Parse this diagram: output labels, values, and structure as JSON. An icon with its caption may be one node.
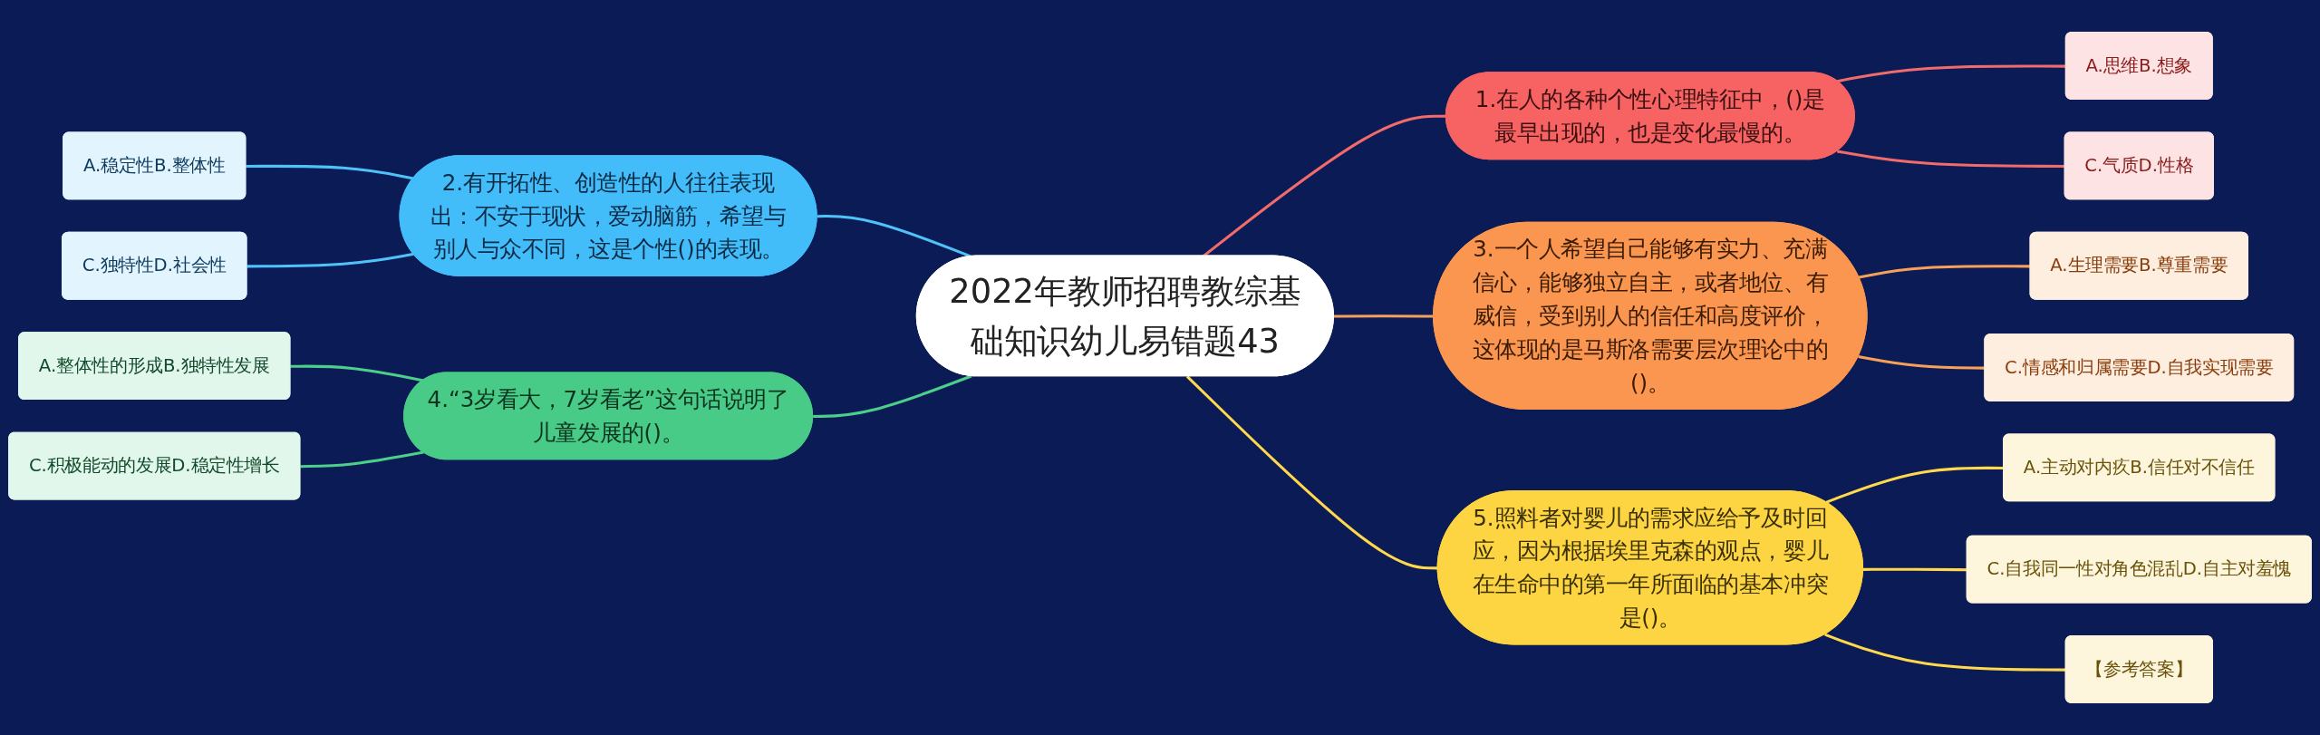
{
  "diagram": {
    "nodes": [
      {
        "text": [
          "2022年教师招聘教综基础知识幼儿易错题43"
        ]
      },
      {
        "text": [
          "1.在人的各种个性心理特征中，()是最早出现的，也是变化最慢的。"
        ]
      },
      {
        "text": [
          "A.思维B.想象"
        ]
      },
      {
        "text": [
          "C.气质D.性格"
        ]
      },
      {
        "text": [
          "2.有开拓性、创造性的人往往表现出：不安于现状，爱动脑筋，希望与别人与众不同，这是个性()的表现。"
        ]
      },
      {
        "text": [
          "A.稳定性B.整体性"
        ]
      },
      {
        "text": [
          "C.独特性D.社会性"
        ]
      },
      {
        "text": [
          "3.一个人希望自己能够有实力、充满信心，能够独立自主，或者地位、有威信，受到别人的信任和高度评价，这体现的是马斯洛需要层次理论中的()。"
        ]
      },
      {
        "text": [
          "A.生理需要B.尊重需要"
        ]
      },
      {
        "text": [
          "C.情感和归属需要D.自我实现需要"
        ]
      },
      {
        "text": [
          "4.“3岁看大，7岁看老”这句话说明了儿童发展的()。"
        ]
      },
      {
        "text": [
          "A.整体性的形成B.独特性发展"
        ]
      },
      {
        "text": [
          "C.积极能动的发展D.稳定性增长"
        ]
      },
      {
        "text": [
          "5.照料者对婴儿的需求应给予及时回应，因为根据埃里克森的观点，婴儿在生命中的第一年所面临的基本冲突是()。"
        ]
      },
      {
        "text": [
          "A.主动对内疚B.信任对不信任"
        ]
      },
      {
        "text": [
          "C.自我同一性对角色混乱D.自主对羞愧"
        ]
      },
      {
        "text": [
          "【参考答案】"
        ]
      }
    ],
    "edges": [
      {
        "from": 0,
        "to": 1,
        "arrow": "none",
        "color": "#f26b6b"
      },
      {
        "from": 1,
        "to": 2,
        "arrow": "none",
        "color": "#f26b6b"
      },
      {
        "from": 1,
        "to": 3,
        "arrow": "none",
        "color": "#f26b6b"
      },
      {
        "from": 0,
        "to": 4,
        "arrow": "none",
        "color": "#4fc3f7"
      },
      {
        "from": 4,
        "to": 5,
        "arrow": "none",
        "color": "#4fc3f7"
      },
      {
        "from": 4,
        "to": 6,
        "arrow": "none",
        "color": "#4fc3f7"
      },
      {
        "from": 0,
        "to": 7,
        "arrow": "none",
        "color": "#f6a05a"
      },
      {
        "from": 7,
        "to": 8,
        "arrow": "none",
        "color": "#f6a05a"
      },
      {
        "from": 7,
        "to": 9,
        "arrow": "none",
        "color": "#f6a05a"
      },
      {
        "from": 0,
        "to": 10,
        "arrow": "none",
        "color": "#4ccf8a"
      },
      {
        "from": 10,
        "to": 11,
        "arrow": "none",
        "color": "#4ccf8a"
      },
      {
        "from": 10,
        "to": 12,
        "arrow": "none",
        "color": "#4ccf8a"
      },
      {
        "from": 0,
        "to": 13,
        "arrow": "none",
        "color": "#ffd84d"
      },
      {
        "from": 13,
        "to": 14,
        "arrow": "none",
        "color": "#ffd84d"
      },
      {
        "from": 13,
        "to": 15,
        "arrow": "none",
        "color": "#ffd84d"
      },
      {
        "from": 13,
        "to": 16,
        "arrow": "none",
        "color": "#ffd84d"
      }
    ]
  }
}
